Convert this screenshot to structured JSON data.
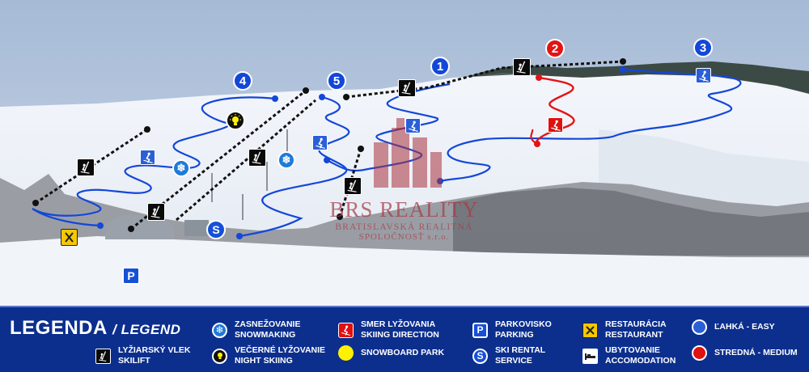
{
  "colors": {
    "legend_bg": "#0c2f8e",
    "easy_blue": "#1347d9",
    "medium_red": "#e31414",
    "lift_line": "#111111",
    "yellow": "#fff200",
    "restaurant_yellow": "#f5c800"
  },
  "markers": {
    "slope_numbers": [
      "1",
      "2",
      "3",
      "4",
      "5"
    ],
    "parking": "P",
    "rental": "S"
  },
  "watermark": {
    "title": "BRS REALITY",
    "line2": "BRATISLAVSKÁ REALITNÁ",
    "line3": "SPOLOČNOSŤ s.r.o."
  },
  "legend": {
    "title": "LEGENDA",
    "subtitle": "/ LEGEND",
    "items": {
      "skilift": {
        "line1": "LYŽIARSKÝ VLEK",
        "line2": "SKILIFT",
        "icon": "skilift-icon"
      },
      "snowmaking": {
        "line1": "ZASNEŽOVANIE",
        "line2": "SNOWMAKING",
        "icon": "snowflake-icon"
      },
      "night": {
        "line1": "VEČERNÉ LYŽOVANIE",
        "line2": "NIGHT SKIING",
        "icon": "lightbulb-icon"
      },
      "direction": {
        "line1": "SMER LYŽOVANIA",
        "line2": "SKIING DIRECTION",
        "icon": "skier-icon"
      },
      "snowboard": {
        "line1": "SNOWBOARD PARK",
        "icon": "yellow-dot-icon"
      },
      "parking": {
        "line1": "PARKOVISKO",
        "line2": "PARKING",
        "glyph": "P",
        "icon": "parking-icon"
      },
      "rental": {
        "line1": "SKI RENTAL",
        "line2": "SERVICE",
        "glyph": "S",
        "icon": "rental-icon"
      },
      "restaurant": {
        "line1": "RESTAURÁCIA",
        "line2": "RESTAURANT",
        "icon": "restaurant-icon"
      },
      "accommodation": {
        "line1": "UBYTOVANIE",
        "line2": "ACCOMODATION",
        "icon": "bed-icon"
      },
      "easy": {
        "line1": "ĽAHKÁ - EASY",
        "icon": "blue-circle-icon"
      },
      "medium": {
        "line1": "STREDNÁ - MEDIUM",
        "icon": "red-circle-icon"
      }
    }
  }
}
